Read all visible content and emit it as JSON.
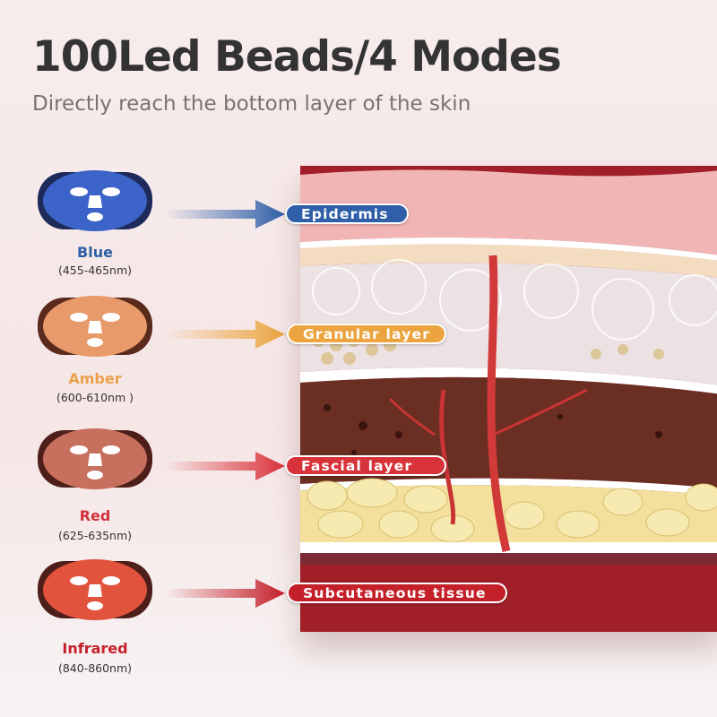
{
  "header": {
    "title": "100Led Beads/4 Modes",
    "subtitle": "Directly reach the bottom layer of the skin"
  },
  "modes": [
    {
      "name": "Blue",
      "range": "(455-465nm)",
      "color": "#2f5fa6"
    },
    {
      "name": "Amber",
      "range": "(600-610nm )",
      "color": "#e9a24a"
    },
    {
      "name": "Red",
      "range": "(625-635nm)",
      "color": "#d1323a"
    },
    {
      "name": "Infrared",
      "range": "(840-860nm)",
      "color": "#c2202b"
    }
  ],
  "layers": [
    {
      "label": "Epidermis",
      "color": "#2e5fa8"
    },
    {
      "label": "Granular layer",
      "color": "#eba43f"
    },
    {
      "label": "Fascial layer",
      "color": "#d8333a"
    },
    {
      "label": "Subcutaneous tissue",
      "color": "#c4202a"
    }
  ]
}
